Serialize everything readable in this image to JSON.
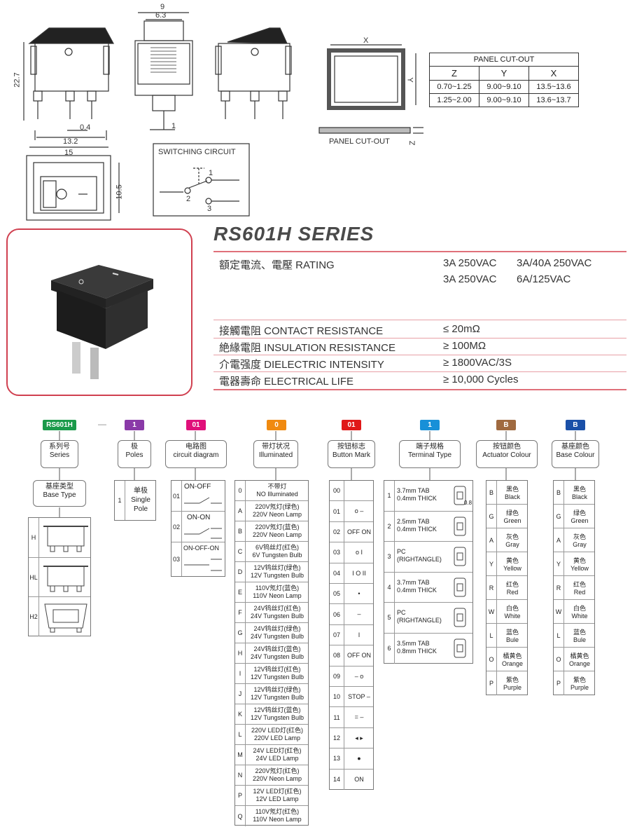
{
  "top_drawing": {
    "dim_width": "9",
    "dim_inner": "6.3",
    "dim_height": "22.7",
    "dim_pitch_small": "0.4",
    "dim_base": "13.2",
    "dim_pin": "1",
    "dim_front_width": "15",
    "dim_front_height": "10.5",
    "switching_circuit_label": "SWITCHING CIRCUIT",
    "pin_1": "1",
    "pin_2": "2",
    "pin_3": "3",
    "cutout_x": "X",
    "cutout_y": "Y",
    "cutout_z": "Z",
    "panel_cutout_label": "PANEL CUT-OUT"
  },
  "cutout_table": {
    "title": "PANEL CUT-OUT",
    "headers": [
      "Z",
      "Y",
      "X"
    ],
    "rows": [
      [
        "0.70~1.25",
        "9.00~9.10",
        "13.5~13.6"
      ],
      [
        "1.25~2.00",
        "9.00~9.10",
        "13.6~13.7"
      ]
    ]
  },
  "series_title": "RS601H SERIES",
  "specs": {
    "rating_label": "額定電流、電壓 RATING",
    "rating_values": [
      "3A 250VAC",
      "3A/40A 250VAC",
      "3A 250VAC",
      "6A/125VAC"
    ],
    "rows": [
      {
        "label": "接觸電阻 CONTACT RESISTANCE",
        "value": "≤ 20mΩ"
      },
      {
        "label": "絶緣電阻 INSULATION RESISTANCE",
        "value": "≥ 100MΩ"
      },
      {
        "label": "介電强度 DIELECTRIC INTENSITY",
        "value": "≥ 1800VAC/3S"
      },
      {
        "label": "電器壽命 ELECTRICAL LIFE",
        "value": "≥ 10,000 Cycles"
      }
    ]
  },
  "order": {
    "dash": "—",
    "tags": [
      {
        "text": "RS601H",
        "color": "#1a9a4a"
      },
      {
        "text": "1",
        "color": "#8a3aa8"
      },
      {
        "text": "01",
        "color": "#e0107a"
      },
      {
        "text": "0",
        "color": "#f08a10"
      },
      {
        "text": "01",
        "color": "#e01818"
      },
      {
        "text": "1",
        "color": "#1890d8"
      },
      {
        "text": "B",
        "color": "#a06a40"
      },
      {
        "text": "B",
        "color": "#1a50a8"
      }
    ],
    "headers": [
      {
        "cn": "系列号",
        "en": "Series"
      },
      {
        "cn": "极",
        "en": "Poles"
      },
      {
        "cn": "电路图",
        "en": "circuit diagram"
      },
      {
        "cn": "带灯状况",
        "en": "Illuminated"
      },
      {
        "cn": "按钮标志",
        "en": "Button Mark"
      },
      {
        "cn": "端子规格",
        "en": "Terminal Type"
      },
      {
        "cn": "按钮颜色",
        "en": "Actuator Colour"
      },
      {
        "cn": "基座颜色",
        "en": "Base Colour"
      }
    ],
    "base_type": {
      "cn": "基座类型",
      "en": "Base Type",
      "items": [
        "H",
        "HL",
        "H2"
      ]
    },
    "poles": {
      "code": "1",
      "cn": "单极",
      "en1": "Single",
      "en2": "Pole"
    },
    "circuits": [
      {
        "code": "01",
        "label": "ON-OFF"
      },
      {
        "code": "02",
        "label": "ON-ON"
      },
      {
        "code": "03",
        "label": "ON-OFF-ON"
      }
    ],
    "illuminated": [
      {
        "code": "0",
        "cn": "不带灯",
        "en": "NO Illuminated"
      },
      {
        "code": "A",
        "cn": "220V氖灯(绿色)",
        "en": "220V Neon Lamp"
      },
      {
        "code": "B",
        "cn": "220V氖灯(蓝色)",
        "en": "220V Neon Lamp"
      },
      {
        "code": "C",
        "cn": "6V钨丝灯(红色)",
        "en": "6V Tungsten Bulb"
      },
      {
        "code": "D",
        "cn": "12V钨丝灯(绿色)",
        "en": "12V Tungsten Bulb"
      },
      {
        "code": "E",
        "cn": "110V氖灯(蓝色)",
        "en": "110V Neon Lamp"
      },
      {
        "code": "F",
        "cn": "24V钨丝灯(红色)",
        "en": "24V Tungsten Bulb"
      },
      {
        "code": "G",
        "cn": "24V钨丝灯(绿色)",
        "en": "24V Tungsten Bulb"
      },
      {
        "code": "H",
        "cn": "24V钨丝灯(蓝色)",
        "en": "24V Tungsten Bulb"
      },
      {
        "code": "I",
        "cn": "12V钨丝灯(红色)",
        "en": "12V Tungsten Bulb"
      },
      {
        "code": "J",
        "cn": "12V钨丝灯(绿色)",
        "en": "12V Tungsten Bulb"
      },
      {
        "code": "K",
        "cn": "12V钨丝灯(蓝色)",
        "en": "12V Tungsten Bulb"
      },
      {
        "code": "L",
        "cn": "220V LED灯(红色)",
        "en": "220V LED Lamp"
      },
      {
        "code": "M",
        "cn": "24V LED灯(红色)",
        "en": "24V LED Lamp"
      },
      {
        "code": "N",
        "cn": "220V氖灯(红色)",
        "en": "220V Neon Lamp"
      },
      {
        "code": "P",
        "cn": "12V LED灯(红色)",
        "en": "12V LED Lamp"
      },
      {
        "code": "Q",
        "cn": "110V氖灯(红色)",
        "en": "110V Neon Lamp"
      }
    ],
    "button_marks": [
      {
        "code": "00",
        "mark": ""
      },
      {
        "code": "01",
        "mark": "o –"
      },
      {
        "code": "02",
        "mark": "OFF ON"
      },
      {
        "code": "03",
        "mark": "o I"
      },
      {
        "code": "04",
        "mark": "I O II"
      },
      {
        "code": "05",
        "mark": "•"
      },
      {
        "code": "06",
        "mark": "–"
      },
      {
        "code": "07",
        "mark": "I"
      },
      {
        "code": "08",
        "mark": "OFF ON"
      },
      {
        "code": "09",
        "mark": "– o"
      },
      {
        "code": "10",
        "mark": "STOP –"
      },
      {
        "code": "11",
        "mark": "= –"
      },
      {
        "code": "12",
        "mark": "◂ ▸"
      },
      {
        "code": "13",
        "mark": "●"
      },
      {
        "code": "14",
        "mark": "ON"
      }
    ],
    "terminals": [
      {
        "code": "1",
        "l1": "3.7mm TAB",
        "l2": "0.4mm THICK",
        "note": "0.8"
      },
      {
        "code": "2",
        "l1": "2.5mm TAB",
        "l2": "0.4mm THICK",
        "note": ""
      },
      {
        "code": "3",
        "l1": "PC",
        "l2": "(RIGHTANGLE)",
        "note": ""
      },
      {
        "code": "4",
        "l1": "3.7mm TAB",
        "l2": "0.4mm THICK",
        "note": ""
      },
      {
        "code": "5",
        "l1": "PC",
        "l2": "(RIGHTANGLE)",
        "note": ""
      },
      {
        "code": "6",
        "l1": "3.5mm TAB",
        "l2": "0.8mm THICK",
        "note": ""
      }
    ],
    "actuator_colours": [
      {
        "code": "B",
        "cn": "黑色",
        "en": "Black"
      },
      {
        "code": "G",
        "cn": "绿色",
        "en": "Green"
      },
      {
        "code": "A",
        "cn": "灰色",
        "en": "Gray"
      },
      {
        "code": "Y",
        "cn": "黄色",
        "en": "Yellow"
      },
      {
        "code": "R",
        "cn": "红色",
        "en": "Red"
      },
      {
        "code": "W",
        "cn": "白色",
        "en": "White"
      },
      {
        "code": "L",
        "cn": "蓝色",
        "en": "Bule"
      },
      {
        "code": "O",
        "cn": "橘黄色",
        "en": "Orange"
      },
      {
        "code": "P",
        "cn": "紫色",
        "en": "Purple"
      }
    ],
    "base_colours": [
      {
        "code": "B",
        "cn": "黑色",
        "en": "Black"
      },
      {
        "code": "G",
        "cn": "绿色",
        "en": "Green"
      },
      {
        "code": "A",
        "cn": "灰色",
        "en": "Gray"
      },
      {
        "code": "Y",
        "cn": "黄色",
        "en": "Yellow"
      },
      {
        "code": "R",
        "cn": "红色",
        "en": "Red"
      },
      {
        "code": "W",
        "cn": "白色",
        "en": "White"
      },
      {
        "code": "L",
        "cn": "蓝色",
        "en": "Bule"
      },
      {
        "code": "O",
        "cn": "橘黄色",
        "en": "Orange"
      },
      {
        "code": "P",
        "cn": "紫色",
        "en": "Purple"
      }
    ]
  }
}
